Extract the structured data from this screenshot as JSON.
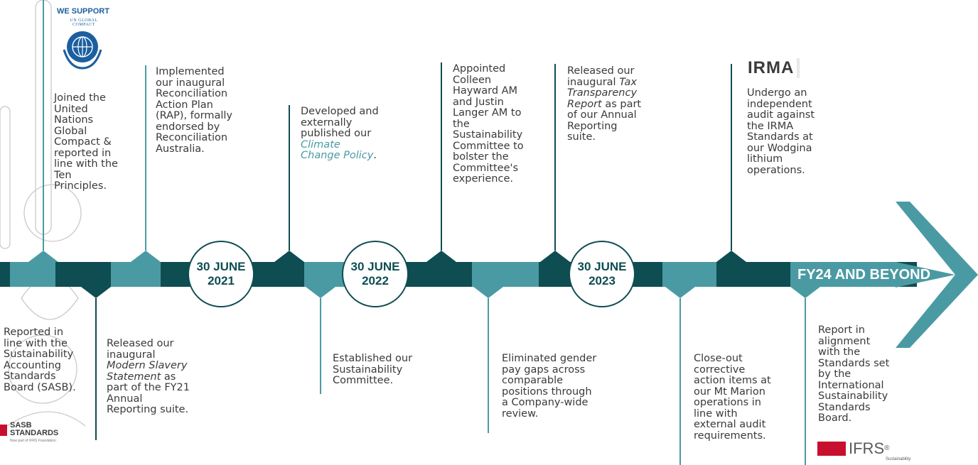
{
  "colors": {
    "dark": "#0e4d52",
    "light": "#4a9aa3",
    "text": "#3a3a3a"
  },
  "milestones_top": [
    {
      "text": "Joined the United Nations Global Compact & reported in line with the Ten Principles."
    },
    {
      "text": "Implemented our inaugural Reconciliation Action Plan (RAP), formally endorsed by Reconciliation Australia."
    },
    {
      "pre": "Developed and externally published our ",
      "link": "Climate Change Policy",
      "post": "."
    },
    {
      "text": "Appointed Colleen Hayward AM and Justin Langer AM to the Sustainability Committee to bolster the Committee's experience."
    },
    {
      "pre": "Released our inaugural ",
      "link": "Tax Transparency Report",
      "post": " as part of our Annual Reporting suite."
    },
    {
      "text": "Undergo an independent audit against the IRMA Standards at our Wodgina lithium operations."
    }
  ],
  "milestones_bottom": [
    {
      "text": "Reported in line with the Sustainability Accounting Standards Board (SASB)."
    },
    {
      "pre": "Released our inaugural ",
      "link": "Modern Slavery Statement",
      "post": " as part of the FY21 Annual Reporting suite."
    },
    {
      "text": "Established our Sustainability Committee."
    },
    {
      "text": "Eliminated gender pay gaps across comparable positions through a Company-wide review."
    },
    {
      "text": "Close-out corrective action items at our Mt Marion operations in line with external audit requirements."
    },
    {
      "text": "Report in alignment with the Standards set by the International Sustainability Standards Board."
    }
  ],
  "circles": [
    {
      "line1": "30 JUNE",
      "line2": "2021"
    },
    {
      "line1": "30 JUNE",
      "line2": "2022"
    },
    {
      "line1": "30 JUNE",
      "line2": "2023"
    }
  ],
  "arrow_label": "FY24 AND BEYOND",
  "logos": {
    "ungc_top": "WE SUPPORT",
    "ungc_ring": "UN GLOBAL COMPACT",
    "irma": "IRMA",
    "sasb_line1": "SASB",
    "sasb_line2": "STANDARDS",
    "sasb_sub": "Now part of IFRS Foundation",
    "ifrs": "IFRS",
    "ifrs_reg": "®",
    "ifrs_sub": "Sustainability"
  }
}
